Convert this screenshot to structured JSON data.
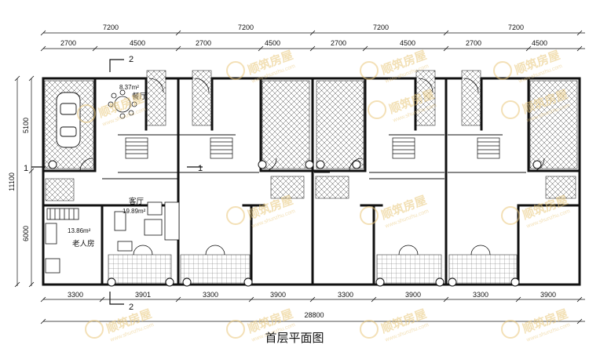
{
  "caption": "首层平面图",
  "dimensions": {
    "top_total_segments": [
      "7200",
      "7200",
      "7200",
      "7200"
    ],
    "top_sub_segments": [
      "2700",
      "4500",
      "2700",
      "4500",
      "2700",
      "4500",
      "2700",
      "4500"
    ],
    "bottom_segments": [
      "3300",
      "3901",
      "3300",
      "3900",
      "3300",
      "3900",
      "3300",
      "3900"
    ],
    "bottom_total": "28800",
    "left_total": "11100",
    "left_segments": [
      "5100",
      "6000"
    ]
  },
  "section_marks": [
    "2",
    "2",
    "1",
    "1"
  ],
  "rooms": {
    "dining_label": "餐厅",
    "dining_area": "8.37m²",
    "living_label": "客厅",
    "living_area": "19.89m²",
    "elder_room_label": "老人房",
    "elder_room_area": "13.86m²"
  },
  "watermark": {
    "brand": "顺筑房屋",
    "url": "www.shunzhu.com"
  },
  "colors": {
    "line": "#111111",
    "watermark": "#e9c77a"
  }
}
